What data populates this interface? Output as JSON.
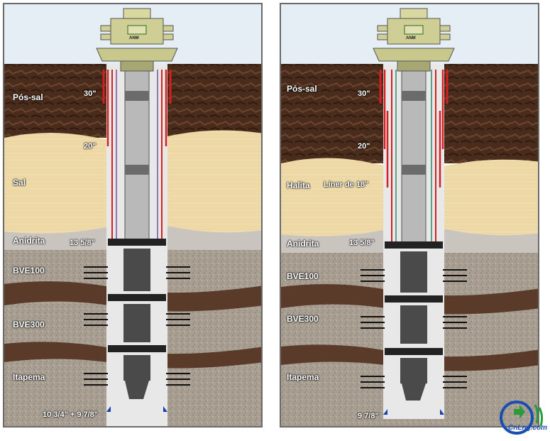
{
  "left": {
    "wellhead_label": "ANM",
    "formations": {
      "pos_sal": "Pós-sal",
      "sal": "Sal",
      "anidrita": "Anidrita",
      "bve100": "BVE100",
      "bve300": "BVE300",
      "itapema": "Itapema"
    },
    "casings": {
      "c30": "30\"",
      "c20": "20\"",
      "c13": "13 5/8\"",
      "open_hole": "10 3/4\" + 9 7/8\""
    }
  },
  "right": {
    "wellhead_label": "ANM",
    "formations": {
      "pos_sal": "Pós-sal",
      "sal": "Halita",
      "anidrita": "Anidrita",
      "bve100": "BVE100",
      "bve300": "BVE300",
      "itapema": "Itapema"
    },
    "casings": {
      "c30": "30\"",
      "c20": "20\"",
      "liner": "Liner de 18\"",
      "c13": "13 5/8\"",
      "open_hole": "9 7/8\""
    }
  },
  "logo": {
    "text": "CnLng.com",
    "icon": "cnlng-logo-icon"
  },
  "colors": {
    "sky": "#e6eef5",
    "soil": "#4a2c1c",
    "salt": "#f0dcaa",
    "rock": "#a79c90",
    "rock_dark": "#5a3a28",
    "casing_red": "#d42020",
    "wellhead": "#cfcf95"
  }
}
